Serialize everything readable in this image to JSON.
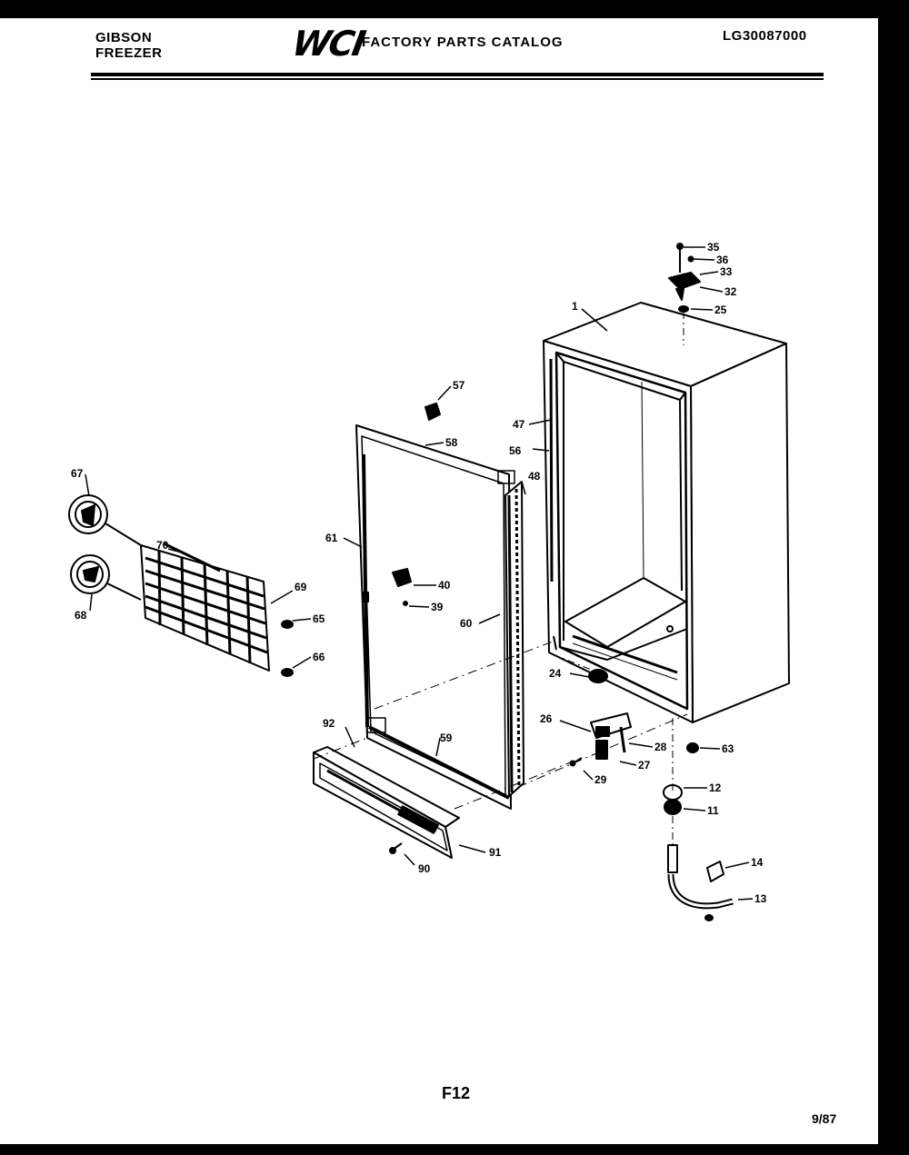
{
  "header": {
    "brand_line1": "GIBSON",
    "brand_line2": "FREEZER",
    "logo": "WCI",
    "catalog_title": "FACTORY PARTS CATALOG",
    "model_number": "LG30087000"
  },
  "footer": {
    "page_number": "F12",
    "date_code": "9/87"
  },
  "part_labels": {
    "p1": "1",
    "p11": "11",
    "p12": "12",
    "p13": "13",
    "p14": "14",
    "p24": "24",
    "p25": "25",
    "p26": "26",
    "p27": "27",
    "p28": "28",
    "p29": "29",
    "p32": "32",
    "p33": "33",
    "p35": "35",
    "p36": "36",
    "p39": "39",
    "p40": "40",
    "p47": "47",
    "p48": "48",
    "p56": "56",
    "p57": "57",
    "p58": "58",
    "p59": "59",
    "p60": "60",
    "p61": "61",
    "p63": "63",
    "p65": "65",
    "p66": "66",
    "p67": "67",
    "p68": "68",
    "p69": "69",
    "p70": "70",
    "p90": "90",
    "p91": "91",
    "p92": "92"
  }
}
